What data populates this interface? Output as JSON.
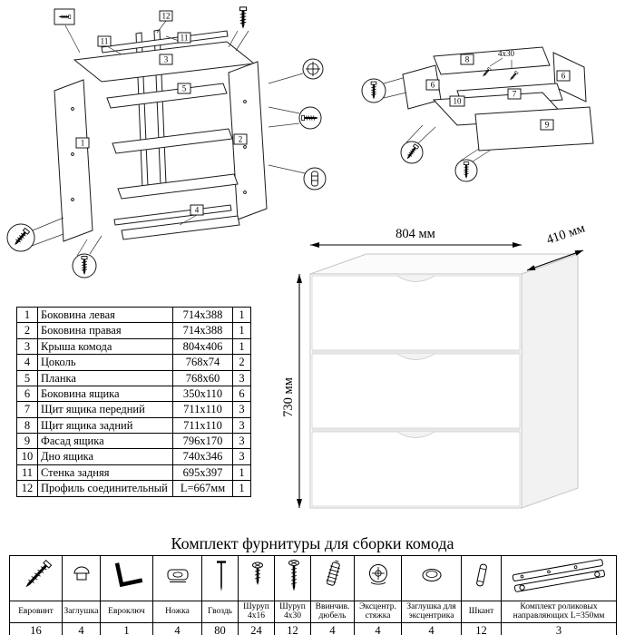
{
  "carcass_diagram": {
    "labels": [
      "12",
      "11",
      "11",
      "3",
      "5",
      "1",
      "2",
      "4"
    ]
  },
  "drawer_diagram": {
    "labels": [
      "8",
      "4x30",
      "6",
      "6",
      "7",
      "10",
      "9"
    ]
  },
  "product_view": {
    "width_label": "804 мм",
    "depth_label": "410 мм",
    "height_label": "730 мм"
  },
  "parts_table": {
    "rows": [
      {
        "num": "1",
        "name": "Боковина левая",
        "size": "714x388",
        "qty": "1"
      },
      {
        "num": "2",
        "name": "Боковина правая",
        "size": "714x388",
        "qty": "1"
      },
      {
        "num": "3",
        "name": "Крыша комода",
        "size": "804x406",
        "qty": "1"
      },
      {
        "num": "4",
        "name": "Цоколь",
        "size": "768x74",
        "qty": "2"
      },
      {
        "num": "5",
        "name": "Планка",
        "size": "768x60",
        "qty": "3"
      },
      {
        "num": "6",
        "name": "Боковина ящика",
        "size": "350x110",
        "qty": "6"
      },
      {
        "num": "7",
        "name": "Щит ящика передний",
        "size": "711x110",
        "qty": "3"
      },
      {
        "num": "8",
        "name": "Щит ящика задний",
        "size": "711x110",
        "qty": "3"
      },
      {
        "num": "9",
        "name": "Фасад ящика",
        "size": "796x170",
        "qty": "3"
      },
      {
        "num": "10",
        "name": "Дно ящика",
        "size": "740x346",
        "qty": "3"
      },
      {
        "num": "11",
        "name": "Стенка задняя",
        "size": "695x397",
        "qty": "1"
      },
      {
        "num": "12",
        "name": "Профиль соединительный",
        "size": "L=667мм",
        "qty": "1"
      }
    ]
  },
  "hardware": {
    "title": "Комплект фурнитуры для сборки комода",
    "items": [
      {
        "icon": "euroscrew-icon",
        "name": "Евровинт",
        "qty": "16"
      },
      {
        "icon": "cap-icon",
        "name": "Заглушка",
        "qty": "4"
      },
      {
        "icon": "hexkey-icon",
        "name": "Евроключ",
        "qty": "1"
      },
      {
        "icon": "leg-icon",
        "name": "Ножка",
        "qty": "4"
      },
      {
        "icon": "nail-icon",
        "name": "Гвоздь",
        "qty": "80"
      },
      {
        "icon": "screw-4x16-icon",
        "name": "Шуруп 4x16",
        "qty": "24"
      },
      {
        "icon": "screw-4x30-icon",
        "name": "Шуруп 4x30",
        "qty": "12"
      },
      {
        "icon": "screw-dowel-icon",
        "name": "Ввинчив. дюбель",
        "qty": "4"
      },
      {
        "icon": "cam-lock-icon",
        "name": "Эксцентр. стяжка",
        "qty": "4"
      },
      {
        "icon": "cam-cap-icon",
        "name": "Заглушка для эксцентрика",
        "qty": "4"
      },
      {
        "icon": "dowel-icon",
        "name": "Шкант",
        "qty": "12"
      },
      {
        "icon": "drawer-slides-icon",
        "name": "Комплект роликовых направляющих L=350мм",
        "qty": "3"
      }
    ]
  }
}
